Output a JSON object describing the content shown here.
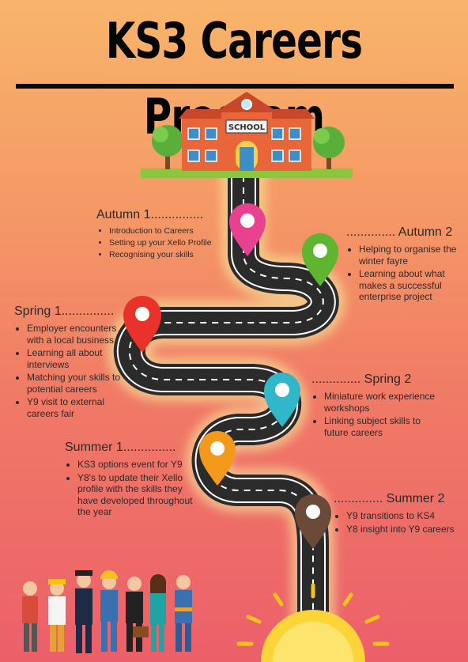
{
  "title": "KS3 Careers Program",
  "school_sign": "SCHOOL",
  "sections": {
    "autumn1": {
      "heading": "Autumn 1...............",
      "items": [
        "Introduction to Careers",
        "Setting up your Xello Profile",
        "Recognising your skills"
      ]
    },
    "autumn2": {
      "heading": ".............. Autumn 2",
      "items": [
        "Helping to organise the winter fayre",
        "Learning about what makes a successful enterprise project"
      ]
    },
    "spring1": {
      "heading": "Spring 1...............",
      "items": [
        "Employer encounters with a local business",
        "Learning all about interviews",
        "Matching your skills to potential careers",
        "Y9 visit to external careers fair"
      ]
    },
    "spring2": {
      "heading": ".............. Spring 2",
      "items": [
        "Miniature work experience workshops",
        "Linking subject skills to future careers"
      ]
    },
    "summer1": {
      "heading": "Summer 1...............",
      "items": [
        "KS3 options event for Y9",
        "Y8's to update their Xello profile with the skills they have developed throughout the year"
      ]
    },
    "summer2": {
      "heading": ".............. Summer 2",
      "items": [
        "Y9 transitions to KS4",
        "Y8 insight into Y9 careers"
      ]
    }
  },
  "colors": {
    "autumn1": "#e8418f",
    "autumn2": "#5fb530",
    "spring1": "#e8322a",
    "spring2": "#31b7c9",
    "summer1": "#f39a1c",
    "summer2": "#6b4a3a",
    "road": "#2a2a2a"
  },
  "icons": [
    "school-building-icon",
    "tree-icon",
    "map-pin-icon",
    "sun-icon",
    "people-icon"
  ]
}
